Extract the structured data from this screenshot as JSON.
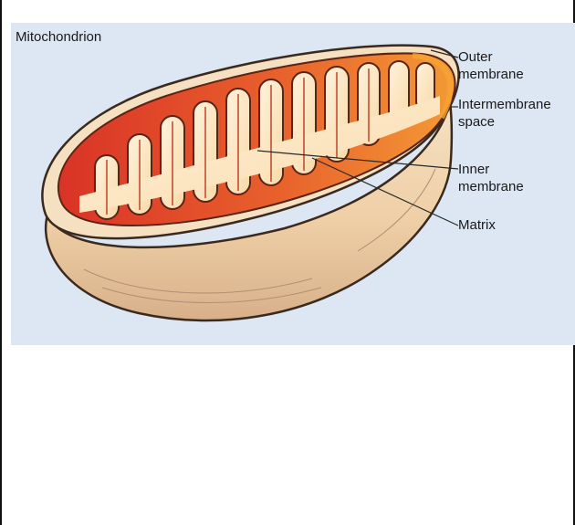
{
  "figure": {
    "title": "Mitochondrion",
    "labels": [
      {
        "id": "outer-membrane",
        "lines": [
          "Outer",
          "membrane"
        ]
      },
      {
        "id": "intermembrane-space",
        "lines": [
          "Intermembrane",
          "space"
        ]
      },
      {
        "id": "inner-membrane",
        "lines": [
          "Inner",
          "membrane"
        ]
      },
      {
        "id": "matrix",
        "lines": [
          "Matrix"
        ]
      }
    ]
  },
  "colors": {
    "background": "#dde6f3",
    "outer_shell": "#f1d8b6",
    "cristae": "#e0452c",
    "matrix": "#fbe7c6",
    "rim": "#f8a334"
  }
}
